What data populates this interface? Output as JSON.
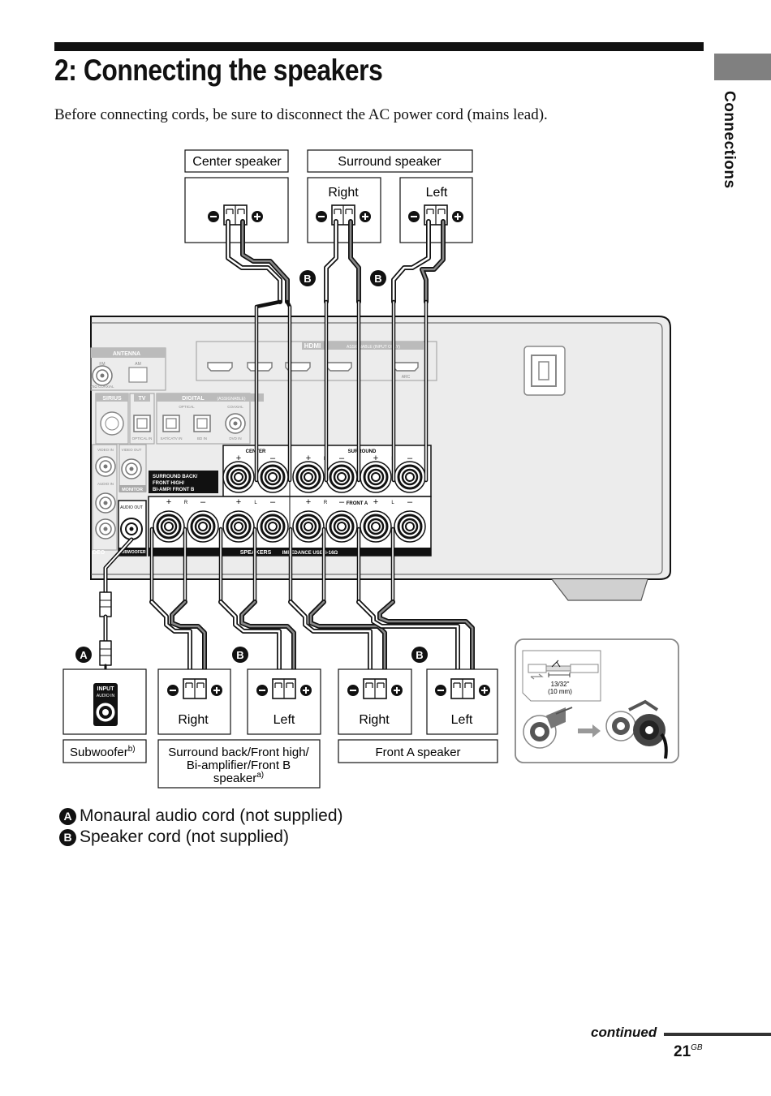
{
  "page": {
    "title": "2: Connecting the speakers",
    "intro": "Before connecting cords, be sure to disconnect the AC power cord (mains lead).",
    "side_tab": "Connections",
    "continued": "continued",
    "page_number": "21",
    "page_suffix": "GB"
  },
  "speakers_top": {
    "center_label": "Center speaker",
    "surround_label": "Surround speaker",
    "right": "Right",
    "left": "Left"
  },
  "receiver": {
    "antenna": "ANTENNA",
    "am": "AM",
    "fm": "FM",
    "coaxial": "75Ω COAXIAL",
    "hdmi": "HDMI",
    "hdmi_assignable": "ASSIGNABLE (INPUT ONLY)",
    "sirius": "SIRIUS",
    "tv": "TV",
    "digital": "DIGITAL",
    "digital_assignable": "(ASSIGNABLE)",
    "optical": "OPTICAL",
    "coaxial_label": "COAXIAL",
    "optical_in": "OPTICAL IN",
    "sat_catv_in": "SAT/CATV IN",
    "bd_in": "BD IN",
    "dvd_in": "DVD IN",
    "video_in": "VIDEO IN",
    "video_out": "VIDEO OUT",
    "audio_in": "AUDIO IN",
    "monitor": "MONITOR",
    "audio_out": "AUDIO OUT",
    "subwoofer": "SUBWOOFER",
    "center": "CENTER",
    "surround": "SURROUND",
    "surround_back_1": "SURROUND BACK/",
    "surround_back_2": "FRONT HIGH/",
    "surround_back_3": "BI-AMP/ FRONT B",
    "front_a": "FRONT A",
    "speakers": "SPEAKERS",
    "impedance": "IMPEDANCE USE 6-16Ω",
    "video_cut": "DEO",
    "arc": "ARC",
    "r": "R",
    "l": "L",
    "plus": "+",
    "minus": "–"
  },
  "speakers_bottom": {
    "sub_input": "INPUT",
    "sub_audio_in": "AUDIO IN",
    "right": "Right",
    "left": "Left",
    "subwoofer_label": "Subwoofer",
    "subwoofer_note": "b)",
    "surround_back_label_1": "Surround back/Front high/",
    "surround_back_label_2": "Bi-amplifier/Front B",
    "surround_back_label_3": "speaker",
    "surround_back_note": "a)",
    "front_a_label": "Front A speaker"
  },
  "inset": {
    "strip_length": "13/32\"",
    "strip_mm": "(10 mm)"
  },
  "markers": {
    "a": "A",
    "b": "B"
  },
  "legend": {
    "a_text": "Monaural audio cord (not supplied)",
    "b_text": "Speaker cord (not supplied)"
  }
}
